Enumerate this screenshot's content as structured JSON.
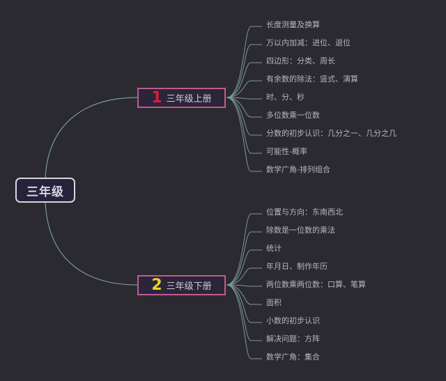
{
  "root": {
    "label": "三年级"
  },
  "branches": [
    {
      "number": "1",
      "label": "三年级上册",
      "number_color": "#e21a3c",
      "items": [
        "长度测量及换算",
        "万以内加减：进位、退位",
        "四边形：分类、周长",
        "有余数的除法：竖式、演算",
        "时、分、秒",
        "多位数乘一位数",
        "分数的初步认识：几分之一、几分之几",
        "可能性-概率",
        "数学广角-排列组合"
      ]
    },
    {
      "number": "2",
      "label": "三年级下册",
      "number_color": "#f0d22a",
      "items": [
        "位置与方向：东南西北",
        "除数是一位数的乘法",
        "统计",
        "年月日、制作年历",
        "两位数乘两位数：口算、笔算",
        "面积",
        "小数的初步认识",
        "解决问题：方阵",
        "数学广角：集合"
      ]
    }
  ],
  "colors": {
    "background": "#2b2a30",
    "connector": "#7a9a9a",
    "branch_border": "#c25a90",
    "root_border": "#d8d6e0"
  }
}
